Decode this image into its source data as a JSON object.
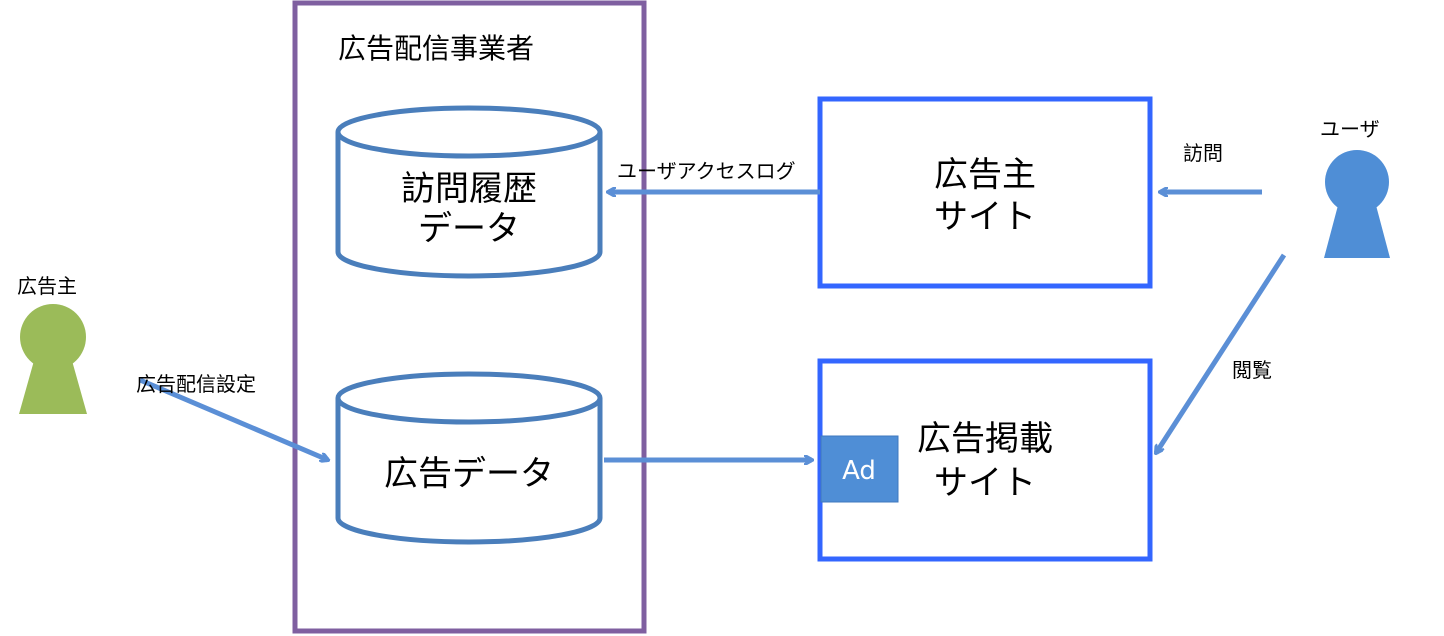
{
  "ad_network": {
    "title": "広告配信事業者"
  },
  "visit_history_db": {
    "line1": "訪問履歴",
    "line2": "データ"
  },
  "ad_data_db": {
    "label": "広告データ"
  },
  "advertiser_site": {
    "line1": "広告主",
    "line2": "サイト"
  },
  "publisher_site": {
    "line1": "広告掲載",
    "line2": "サイト",
    "ad_badge": "Ad"
  },
  "advertiser": {
    "label": "広告主"
  },
  "user": {
    "label": "ユーザ"
  },
  "edges": {
    "user_access_log": "ユーザアクセスログ",
    "visit": "訪問",
    "browse": "閲覧",
    "ad_delivery_settings": "広告配信設定"
  },
  "colors": {
    "network_border": "#7f5fa0",
    "cylinder_stroke": "#4a7ebb",
    "site_border": "#3366ff",
    "arrow": "#5b8fd6",
    "advertiser_fill": "#9bbb59",
    "user_fill": "#4f8ed6",
    "ad_badge_fill": "#4f8ed6"
  }
}
